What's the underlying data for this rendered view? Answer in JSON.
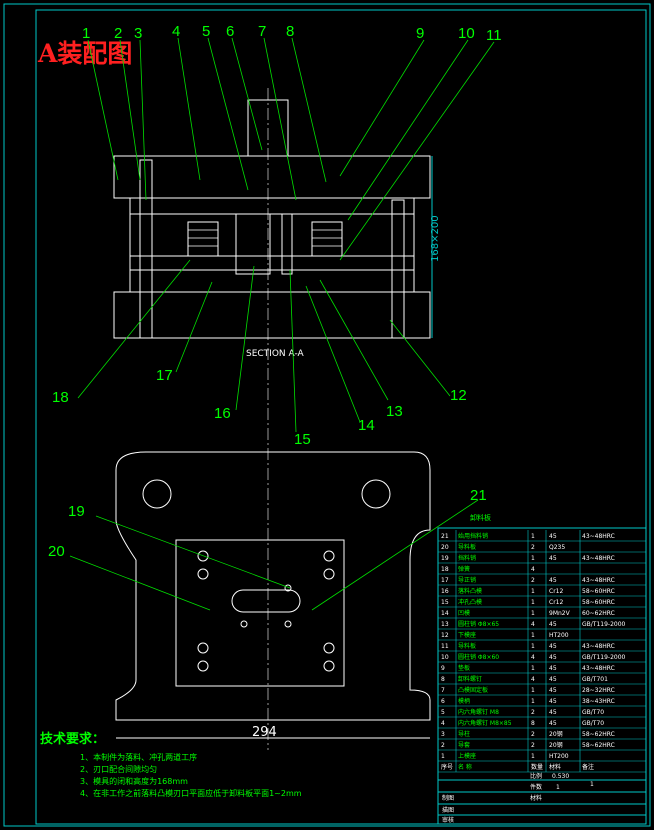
{
  "title": "A装配图",
  "section_label": "SECTION A-A",
  "dimension_height": "168×200",
  "dimension_width": "294",
  "part_callouts": [
    "1",
    "2",
    "3",
    "4",
    "5",
    "6",
    "7",
    "8",
    "9",
    "10",
    "11",
    "12",
    "13",
    "14",
    "15",
    "16",
    "17",
    "18",
    "19",
    "20",
    "21"
  ],
  "strip_label": "卸料板",
  "tech_requirements": {
    "heading": "技术要求：",
    "items": [
      "1、本制件为落料、冲孔两道工序",
      "2、刃口配合间隙均匀",
      "3、模具的闭和高度为168mm",
      "4、在非工作之前落料凸模刃口平面应低于卸料板平面1~2mm"
    ]
  },
  "bom": [
    {
      "no": "21",
      "name": "始用挡料销",
      "qty": "1",
      "material": "45",
      "note": "43~48HRC"
    },
    {
      "no": "20",
      "name": "导料板",
      "qty": "2",
      "material": "Q235",
      "note": ""
    },
    {
      "no": "19",
      "name": "挡料销",
      "qty": "1",
      "material": "45",
      "note": "43~48HRC"
    },
    {
      "no": "18",
      "name": "弹簧",
      "qty": "4",
      "material": "",
      "note": ""
    },
    {
      "no": "17",
      "name": "导正销",
      "qty": "2",
      "material": "45",
      "note": "43~48HRC"
    },
    {
      "no": "16",
      "name": "落料凸模",
      "qty": "1",
      "material": "Cr12",
      "note": "58~60HRC"
    },
    {
      "no": "15",
      "name": "冲孔凸模",
      "qty": "1",
      "material": "Cr12",
      "note": "58~60HRC"
    },
    {
      "no": "14",
      "name": "凹模",
      "qty": "1",
      "material": "9Mn2V",
      "note": "60~62HRC"
    },
    {
      "no": "13",
      "name": "圆柱销 Φ8×65",
      "qty": "4",
      "material": "45",
      "note": "GB/T119-2000"
    },
    {
      "no": "12",
      "name": "下模座",
      "qty": "1",
      "material": "HT200",
      "note": ""
    },
    {
      "no": "11",
      "name": "导料板",
      "qty": "1",
      "material": "45",
      "note": "43~48HRC"
    },
    {
      "no": "10",
      "name": "圆柱销 Φ8×60",
      "qty": "4",
      "material": "45",
      "note": "GB/T119-2000"
    },
    {
      "no": "9",
      "name": "垫板",
      "qty": "1",
      "material": "45",
      "note": "43~48HRC"
    },
    {
      "no": "8",
      "name": "卸料螺钉",
      "qty": "4",
      "material": "45",
      "note": "GB/T701"
    },
    {
      "no": "7",
      "name": "凸模固定板",
      "qty": "1",
      "material": "45",
      "note": "28~32HRC"
    },
    {
      "no": "6",
      "name": "模柄",
      "qty": "1",
      "material": "45",
      "note": "38~43HRC"
    },
    {
      "no": "5",
      "name": "内六角螺钉 M8",
      "qty": "2",
      "material": "45",
      "note": "GB/T70"
    },
    {
      "no": "4",
      "name": "内六角螺钉 M8×85",
      "qty": "8",
      "material": "45",
      "note": "GB/T70"
    },
    {
      "no": "3",
      "name": "导柱",
      "qty": "2",
      "material": "20钢",
      "note": "58~62HRC"
    },
    {
      "no": "2",
      "name": "导套",
      "qty": "2",
      "material": "20钢",
      "note": "58~62HRC"
    },
    {
      "no": "1",
      "name": "上模座",
      "qty": "1",
      "material": "HT200",
      "note": ""
    }
  ],
  "bom_header": {
    "no": "序号",
    "name": "名 称",
    "qty": "数量",
    "material": "材料",
    "note": "备注"
  },
  "title_block": {
    "scale_label": "比例",
    "scale": "0.530",
    "sheet": "1",
    "weight_label": "件数",
    "weight": "1",
    "material_label": "材料",
    "designer": "制图",
    "checker": "描图",
    "approver": "审核"
  },
  "colors": {
    "title": "#ff0000",
    "outline": "#00c8c8",
    "callout": "#00ff00",
    "hatch": "#ffffff"
  }
}
